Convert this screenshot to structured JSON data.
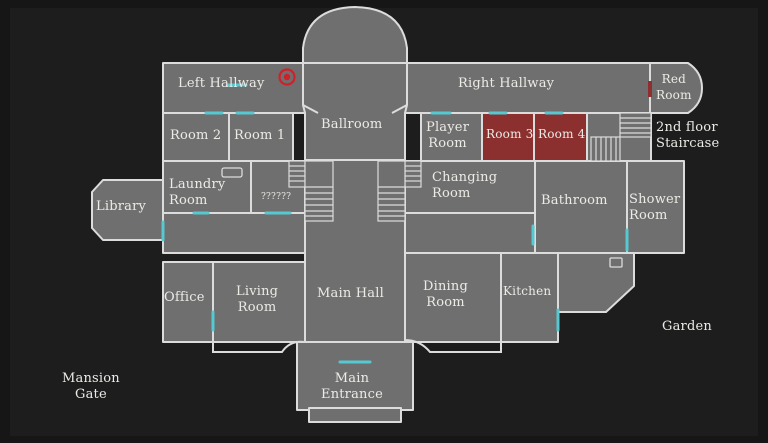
{
  "map": {
    "title": "",
    "colors": {
      "background": "#161616",
      "floor": "#6e6e6e",
      "wall": "#d9d9d9",
      "door": "#55c8d2",
      "highlight": "#8b2f2f",
      "player_marker": "#d0202a"
    },
    "player_location": "Left Hallway",
    "highlighted_rooms": [
      "Room 3",
      "Room 4"
    ],
    "labels": {
      "left_hallway": "Left Hallway",
      "right_hallway": "Right Hallway",
      "red_room": "Red\nRoom",
      "ballroom": "Ballroom",
      "room2": "Room 2",
      "room1": "Room 1",
      "player_room": "Player\nRoom",
      "room3": "Room 3",
      "room4": "Room 4",
      "second_floor_staircase": "2nd floor\nStaircase",
      "library": "Library",
      "laundry_room": "Laundry\nRoom",
      "unknown_room": "??????",
      "changing_room": "Changing\nRoom",
      "bathroom": "Bathroom",
      "shower_room": "Shower\nRoom",
      "office": "Office",
      "living_room": "Living\nRoom",
      "main_hall": "Main Hall",
      "dining_room": "Dining\nRoom",
      "kitchen": "Kitchen",
      "garden": "Garden",
      "mansion_gate": "Mansion\nGate",
      "main_entrance": "Main\nEntrance"
    }
  }
}
